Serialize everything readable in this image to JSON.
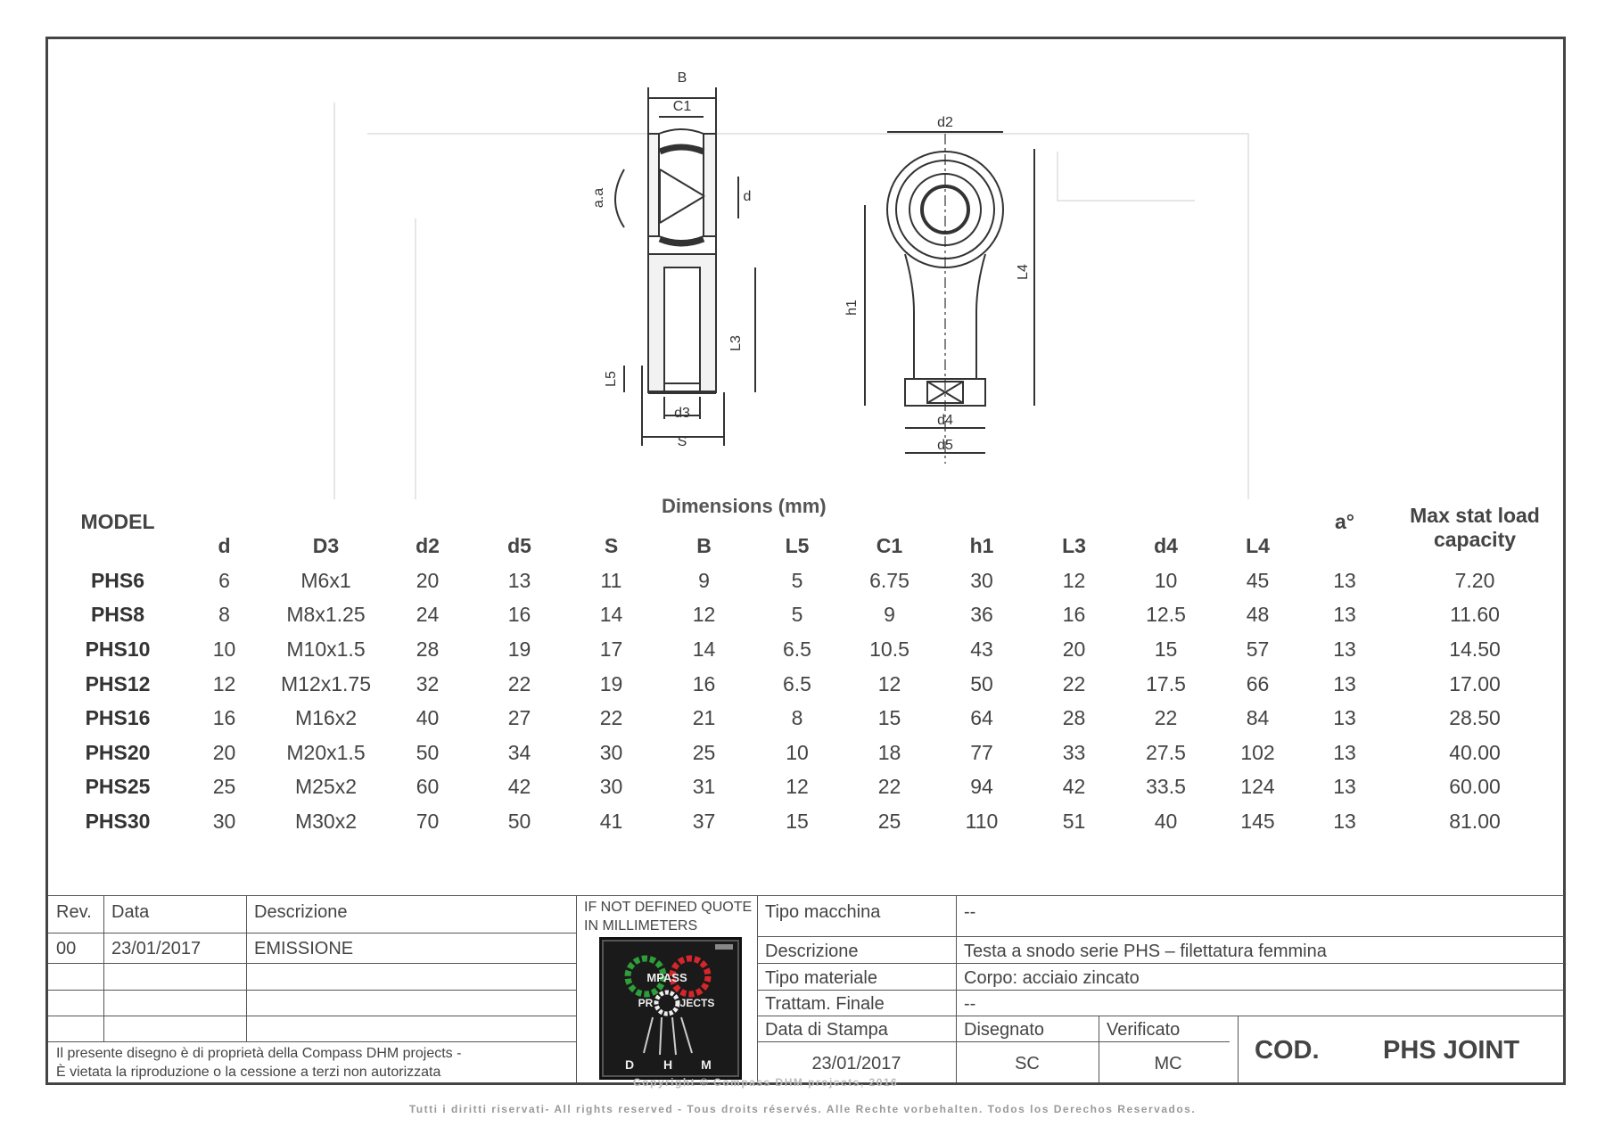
{
  "drawing": {
    "side_labels": [
      "B",
      "C1",
      "d",
      "a.a",
      "L3",
      "L5",
      "d3",
      "S"
    ],
    "front_labels": [
      "d2",
      "h1",
      "L4",
      "d4",
      "d5"
    ]
  },
  "table": {
    "model_header": "MODEL",
    "group_header": "Dimensions (mm)",
    "columns": [
      "d",
      "D3",
      "d2",
      "d5",
      "S",
      "B",
      "L5",
      "C1",
      "h1",
      "L3",
      "d4",
      "L4"
    ],
    "angle_header": "a°",
    "load_header_1": "Max stat load",
    "load_header_2": "capacity",
    "rows": [
      [
        "PHS6",
        "6",
        "M6x1",
        "20",
        "13",
        "11",
        "9",
        "5",
        "6.75",
        "30",
        "12",
        "10",
        "45",
        "13",
        "7.20"
      ],
      [
        "PHS8",
        "8",
        "M8x1.25",
        "24",
        "16",
        "14",
        "12",
        "5",
        "9",
        "36",
        "16",
        "12.5",
        "48",
        "13",
        "11.60"
      ],
      [
        "PHS10",
        "10",
        "M10x1.5",
        "28",
        "19",
        "17",
        "14",
        "6.5",
        "10.5",
        "43",
        "20",
        "15",
        "57",
        "13",
        "14.50"
      ],
      [
        "PHS12",
        "12",
        "M12x1.75",
        "32",
        "22",
        "19",
        "16",
        "6.5",
        "12",
        "50",
        "22",
        "17.5",
        "66",
        "13",
        "17.00"
      ],
      [
        "PHS16",
        "16",
        "M16x2",
        "40",
        "27",
        "22",
        "21",
        "8",
        "15",
        "64",
        "28",
        "22",
        "84",
        "13",
        "28.50"
      ],
      [
        "PHS20",
        "20",
        "M20x1.5",
        "50",
        "34",
        "30",
        "25",
        "10",
        "18",
        "77",
        "33",
        "27.5",
        "102",
        "13",
        "40.00"
      ],
      [
        "PHS25",
        "25",
        "M25x2",
        "60",
        "42",
        "30",
        "31",
        "12",
        "22",
        "94",
        "42",
        "33.5",
        "124",
        "13",
        "60.00"
      ],
      [
        "PHS30",
        "30",
        "M30x2",
        "70",
        "50",
        "41",
        "37",
        "15",
        "25",
        "110",
        "51",
        "40",
        "145",
        "13",
        "81.00"
      ]
    ]
  },
  "title_block": {
    "rev_label": "Rev.",
    "data_label": "Data",
    "descr_label": "Descrizione",
    "rev_value": "00",
    "date_value": "23/01/2017",
    "descr_value": "EMISSIONE",
    "quote_note_1": "IF NOT DEFINED QUOTE",
    "quote_note_2": "IN MILLIMETERS",
    "property_1": "Il presente disegno è di proprietà della Compass DHM projects -",
    "property_2": "È vietata la riproduzione o la cessione a terzi non autorizzata",
    "tipo_macchina_label": "Tipo macchina",
    "tipo_macchina_value": "--",
    "descrizione_label": "Descrizione",
    "descrizione_value": "Testa a snodo serie PHS – filettatura femmina",
    "tipo_materiale_label": "Tipo materiale",
    "tipo_materiale_value": "Corpo: acciaio zincato",
    "trattam_label": "Trattam. Finale",
    "trattam_value": "--",
    "data_stampa_label": "Data di Stampa",
    "data_stampa_value": "23/01/2017",
    "disegnato_label": "Disegnato",
    "disegnato_value": "SC",
    "verificato_label": "Verificato",
    "verificato_value": "MC",
    "cod_label": "COD.",
    "cod_value": "PHS JOINT"
  },
  "logo": {
    "line1": "MPASS",
    "line2": "PR",
    "line3": "JECTS",
    "letters": [
      "D",
      "H",
      "M"
    ]
  },
  "copyright": "Copyright © Compass DHM projects, 2016",
  "footer": "Tutti i diritti riservati- All rights reserved - Tous droits réservés. Alle Rechte vorbehalten. Todos los Derechos Reservados.",
  "colors": {
    "frame": "#444444",
    "text": "#444444",
    "gear_green": "#2e9e3a",
    "gear_red": "#d6262b"
  }
}
